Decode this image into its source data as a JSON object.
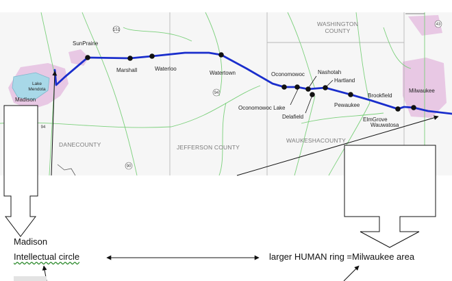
{
  "map": {
    "counties": [
      "WASHINGTON",
      "COUNTY",
      "DANECOUNTY",
      "JEFFERSON COUNTY",
      "WAUKESHACOUNTY"
    ],
    "places": {
      "sun_prairie": "SunPrairie",
      "lake_mendota_1": "Lake",
      "lake_mendota_2": "Mendota",
      "madison": "Madison",
      "marshall": "Marshall",
      "waterloo": "Waterloo",
      "watertown": "Watertown",
      "oconomowoc": "Oconomowoc",
      "nashotah": "Nashotah",
      "hartland": "Hartland",
      "oconomowoc_lake": "Oconomowoc Lake",
      "delafield": "Delafield",
      "pewaukee": "Pewaukee",
      "brookfield": "Brookfield",
      "milwaukee": "Milwaukee",
      "elm_grove": "ElmGrove",
      "wauwatosa": "Wauwatosa"
    },
    "road_numbers": [
      "151",
      "94",
      "90",
      "94",
      "43"
    ]
  },
  "captions": {
    "madison_line1": "Madison",
    "madison_line2": "Intellectual  circle",
    "milwaukee": "larger HUMAN ring =Milwaukee  area"
  },
  "colors": {
    "route": "#1a2ecc",
    "urban": "#e8c8e4",
    "lake": "#a8d8e8",
    "roads": "#7bd07b"
  }
}
